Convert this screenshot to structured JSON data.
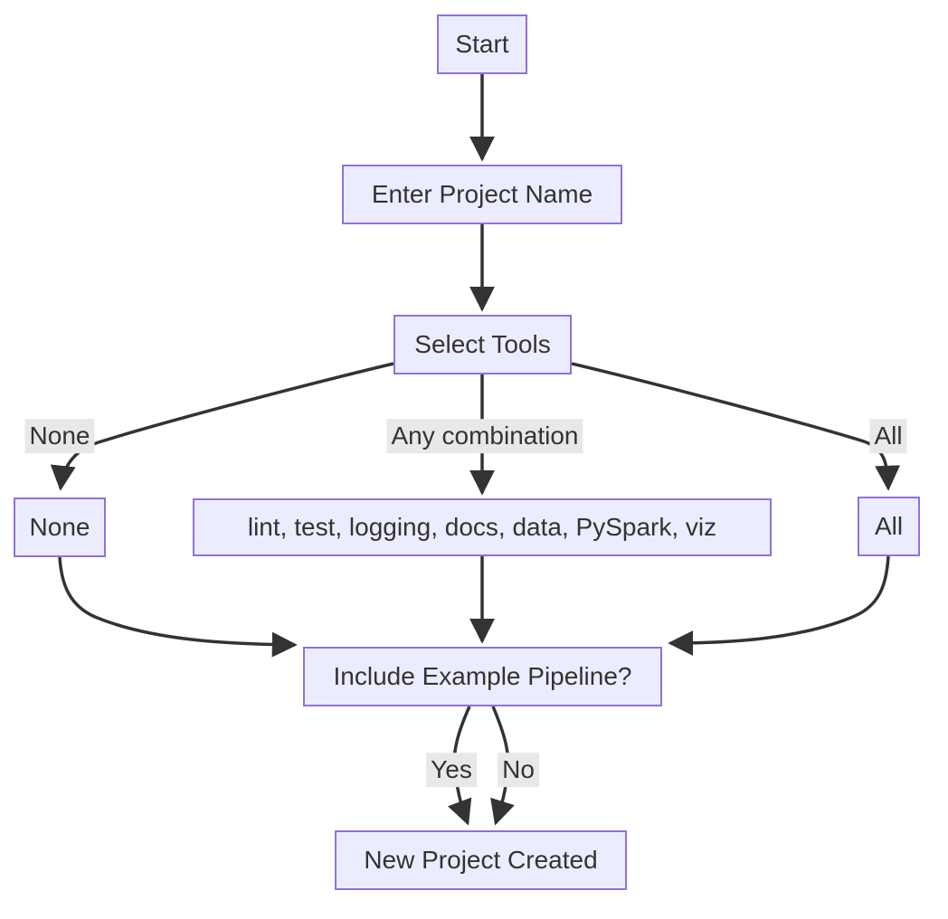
{
  "diagram": {
    "type": "flowchart",
    "direction": "top-down",
    "nodes": {
      "start": {
        "label": "Start"
      },
      "enter_project_name": {
        "label": "Enter Project Name"
      },
      "select_tools": {
        "label": "Select Tools"
      },
      "none": {
        "label": "None"
      },
      "tools_list": {
        "label": "lint, test, logging, docs, data, PySpark, viz"
      },
      "all": {
        "label": "All"
      },
      "include_example_pipeline": {
        "label": "Include Example Pipeline?"
      },
      "new_project_created": {
        "label": "New Project Created"
      }
    },
    "edges": [
      {
        "from": "Start",
        "to": "Enter Project Name",
        "label": ""
      },
      {
        "from": "Enter Project Name",
        "to": "Select Tools",
        "label": ""
      },
      {
        "from": "Select Tools",
        "to": "None",
        "label": "None"
      },
      {
        "from": "Select Tools",
        "to": "lint, test, logging, docs, data, PySpark, viz",
        "label": "Any combination"
      },
      {
        "from": "Select Tools",
        "to": "All",
        "label": "All"
      },
      {
        "from": "None",
        "to": "Include Example Pipeline?",
        "label": ""
      },
      {
        "from": "lint, test, logging, docs, data, PySpark, viz",
        "to": "Include Example Pipeline?",
        "label": ""
      },
      {
        "from": "All",
        "to": "Include Example Pipeline?",
        "label": ""
      },
      {
        "from": "Include Example Pipeline?",
        "to": "New Project Created",
        "label": "Yes"
      },
      {
        "from": "Include Example Pipeline?",
        "to": "New Project Created",
        "label": "No"
      }
    ],
    "colors": {
      "node_fill": "#ECECFF",
      "node_border": "#9370DB",
      "edge": "#333333",
      "text": "#333333",
      "edge_label_bg": "#e8e8e8",
      "background": "#ffffff"
    }
  }
}
